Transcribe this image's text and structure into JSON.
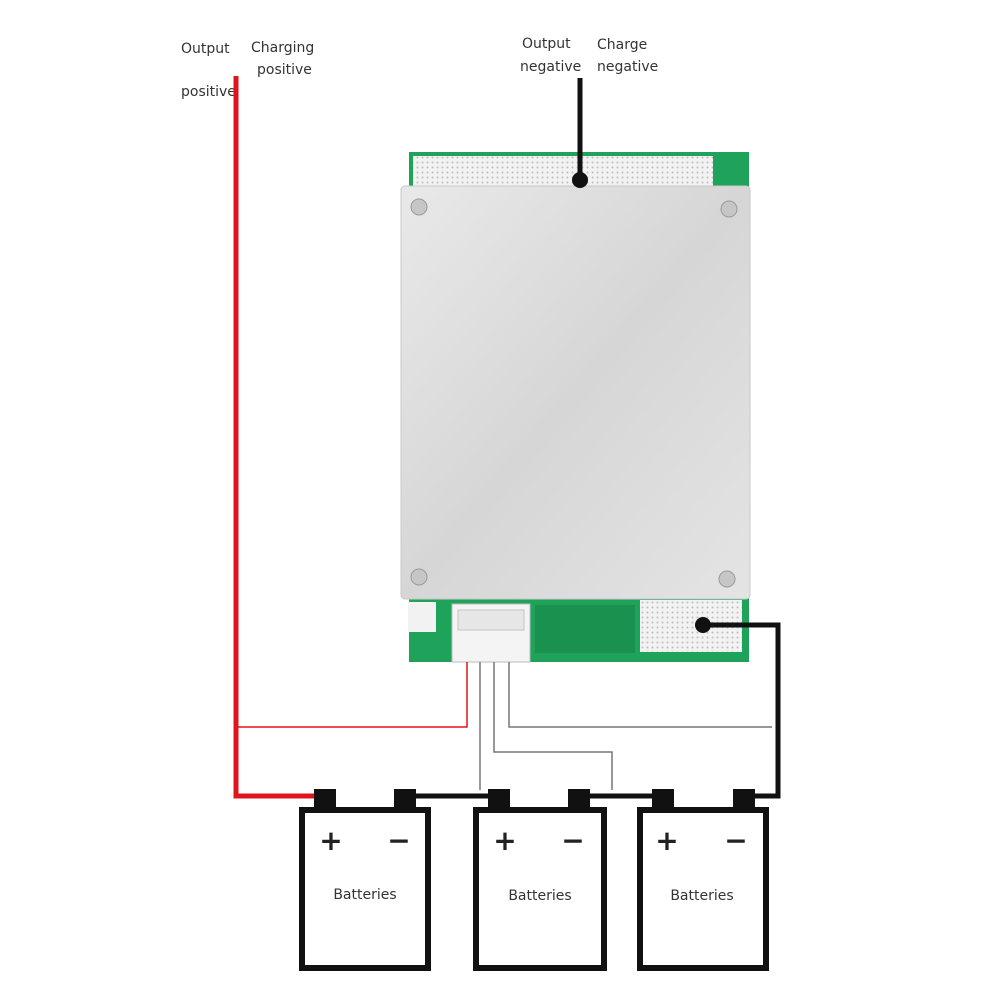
{
  "labels": {
    "output_positive_1": "Output",
    "output_positive_2": "positive",
    "charging_positive_1": "Charging",
    "charging_positive_2": "positive",
    "output_negative_1": "Output",
    "output_negative_2": "negative",
    "charge_negative_1": "Charge",
    "charge_negative_2": "negative"
  },
  "batteries": [
    {
      "label": "Batteries",
      "plus": "+",
      "minus": "−"
    },
    {
      "label": "Batteries",
      "plus": "+",
      "minus": "−"
    },
    {
      "label": "Batteries",
      "plus": "+",
      "minus": "−"
    }
  ],
  "colors": {
    "positive_wire": "#e0141c",
    "negative_wire": "#111111",
    "sense_wire_red": "#e0141c",
    "sense_wire_gray": "#888888",
    "pcb_green": "#1fa35a",
    "heatsink": "#dcdcdc"
  }
}
